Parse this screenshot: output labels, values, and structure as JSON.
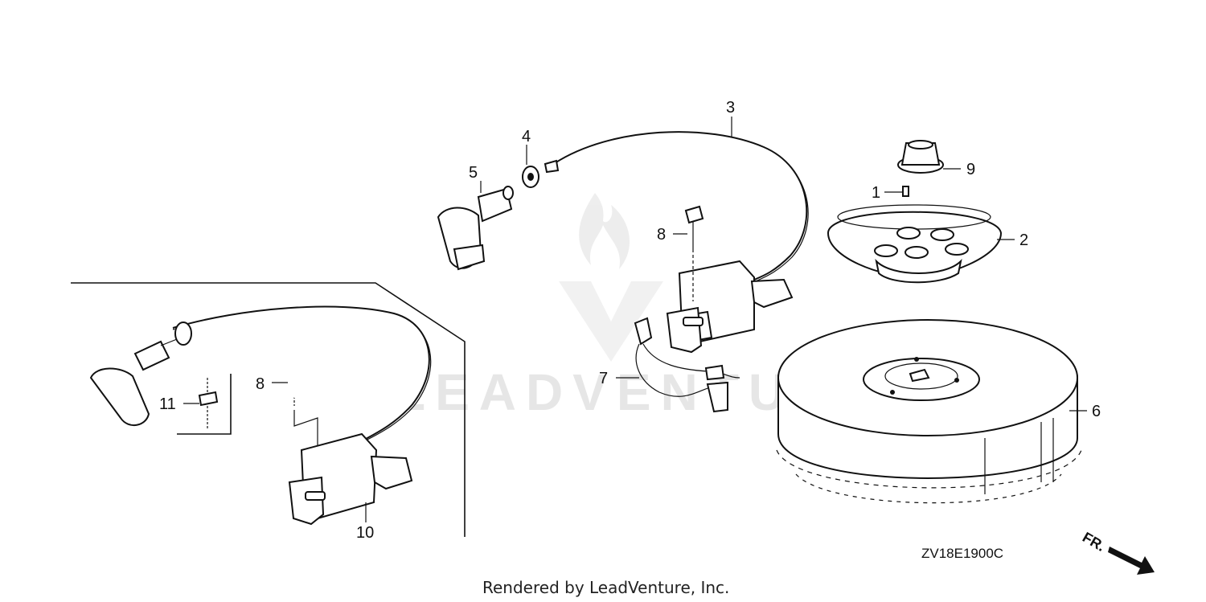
{
  "diagram": {
    "drawing_code": "ZV18E1900C",
    "footer": "Rendered by LeadVenture, Inc.",
    "watermark": "LEADVENTURE",
    "direction_label": "FR.",
    "callouts": {
      "c1": "1",
      "c2": "2",
      "c3": "3",
      "c4": "4",
      "c5": "5",
      "c6": "6",
      "c7": "7",
      "c8a": "8",
      "c8b": "8",
      "c9": "9",
      "c10": "10",
      "c11": "11"
    }
  }
}
